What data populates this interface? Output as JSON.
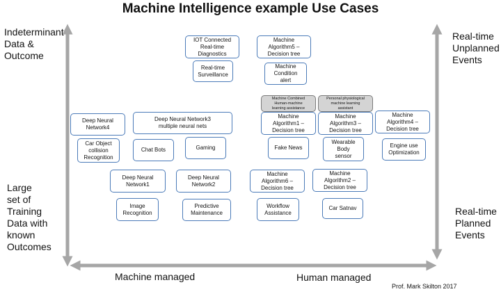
{
  "title": "Machine Intelligence example Use Cases",
  "left_top": "Indeterminant\nData &\nOutcome",
  "left_bottom": "Large\nset of\nTraining\nData with\nknown\nOutcomes",
  "right_top": "Real-time\nUnplanned\nEvents",
  "right_bottom": "Real-time\nPlanned\nEvents",
  "x_left": "Machine managed",
  "x_right": "Human managed",
  "credit": "Prof. Mark Skilton 2017",
  "boxes": {
    "iot": "IOT Connected\nReal-time\nDiagnostics",
    "surv": "Real-time\nSurveillance",
    "alg5": "Machine\nAlgorithm5 –\nDecision tree",
    "cond": "Machine\nCondition\nalert",
    "combined": "Machine Combined\nHuman-machine\nlearning assistance",
    "personal": "Personal physiological\nmachine learning\nassistant",
    "dnn4": "Deep Neural\nNetwork4",
    "dnn3": "Deep Neural Network3\nmultiple neural nets",
    "alg1": "Machine\nAlgorithm1 –\nDecision tree",
    "alg3": "Machine\nAlgorithm3 –\nDecision tree",
    "alg4": "Machine\nAlgorithm4 –\nDecision tree",
    "car": "Car Object\ncollision\nRecognition",
    "chat": "Chat Bots",
    "gaming": "Gaming",
    "fake": "Fake News",
    "wear": "Wearable\nBody\nsensor",
    "engine": "Engine  use\nOptimization",
    "dnn1": "Deep Neural\nNetwork1",
    "dnn2": "Deep Neural\nNetwork2",
    "alg6": "Machine\nAlgorithm6 –\nDecision tree",
    "alg2": "Machine\nAlgorithm2 –\nDecision tree",
    "image": "Image\nRecognition",
    "predict": "Predictive\nMaintenance",
    "workflow": "Workflow\nAssistance",
    "satnav": "Car Satnav"
  },
  "colors": {
    "axis": "#a6a6a6",
    "box_border": "#4a7ab8",
    "grey_box": "#d4d4d4"
  }
}
